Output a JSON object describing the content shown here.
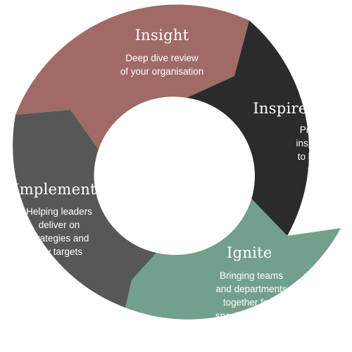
{
  "segments": [
    {
      "id": "insight",
      "title": "Insight",
      "description": "Deep dive review\nof your organisation",
      "color": "#a06a66"
    },
    {
      "id": "inspire",
      "title": "Inspire",
      "description": "Providing\ninspiration\nto leaders\nto learn\nfrom\nothers",
      "color": "#2b2b2b"
    },
    {
      "id": "ignite",
      "title": "Ignite",
      "description": "Bringing teams\nand departments\ntogether for a\nspecific objective",
      "color": "#72a08a"
    },
    {
      "id": "implement",
      "title": "Implement",
      "description": "Helping leaders\ndeliver on\nstrategies and\nkey targets",
      "color": "#575757"
    }
  ],
  "center_color": "#ffffff"
}
